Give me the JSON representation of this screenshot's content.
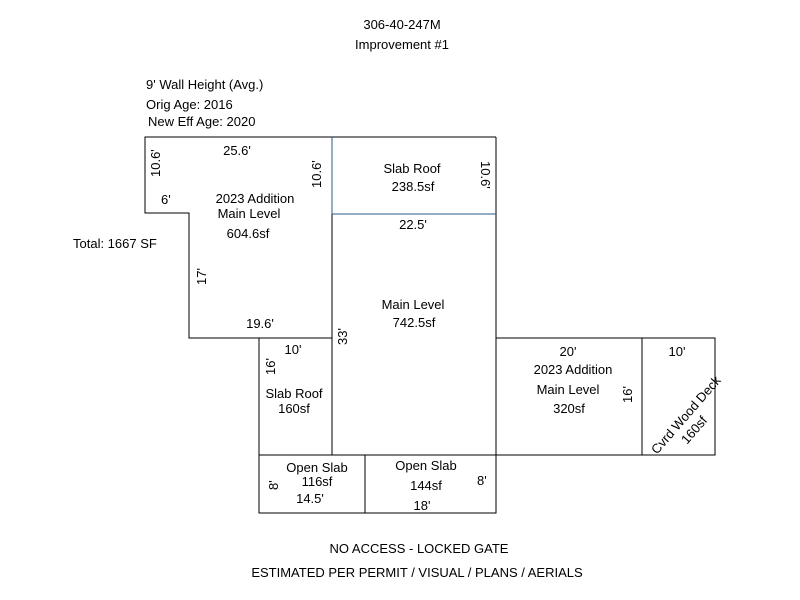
{
  "header": {
    "parcel": "306-40-247M",
    "improvement": "Improvement #1"
  },
  "info": {
    "wall_height": "9' Wall Height (Avg.)",
    "orig_age": "Orig Age: 2016",
    "eff_age": "New Eff Age: 2020",
    "total": "Total: 1667 SF"
  },
  "areas": {
    "addition_main": {
      "name": "2023 Addition",
      "level": "Main Level",
      "sf": "604.6sf"
    },
    "slab_roof_top": {
      "name": "Slab Roof",
      "sf": "238.5sf"
    },
    "main_level": {
      "name": "Main Level",
      "sf": "742.5sf"
    },
    "slab_roof_small": {
      "name": "Slab Roof",
      "sf": "160sf"
    },
    "addition_right": {
      "name": "2023 Addition",
      "level": "Main Level",
      "sf": "320sf"
    },
    "deck": {
      "name": "Cvrd Wood Deck",
      "sf": "160sf"
    },
    "open_slab_left": {
      "name": "Open Slab",
      "sf": "116sf"
    },
    "open_slab_mid": {
      "name": "Open Slab",
      "sf": "144sf"
    }
  },
  "dimensions": {
    "d_10_6_left": "10.6'",
    "d_25_6": "25.6'",
    "d_10_6_mid": "10.6'",
    "d_10_6_right": "10.6'",
    "d_6": "6'",
    "d_22_5": "22.5'",
    "d_17": "17'",
    "d_19_6": "19.6'",
    "d_33": "33'",
    "d_10_small": "10'",
    "d_16_small": "16'",
    "d_20": "20'",
    "d_16_right": "16'",
    "d_10_deck": "10'",
    "d_8_left": "8'",
    "d_14_5": "14.5'",
    "d_8_right": "8'",
    "d_18": "18'"
  },
  "footer": {
    "line1": "NO ACCESS - LOCKED GATE",
    "line2": "ESTIMATED PER PERMIT / VISUAL / PLANS / AERIALS"
  }
}
